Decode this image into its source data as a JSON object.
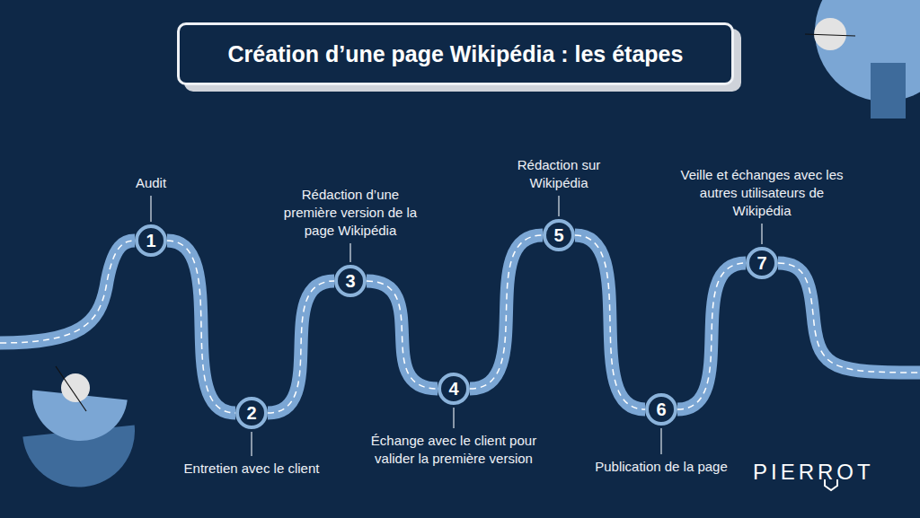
{
  "diagram": {
    "title": "Création d’une page Wikipédia : les étapes",
    "nodes": [
      {
        "text": [
          "1",
          "Audit"
        ]
      },
      {
        "text": [
          "2",
          "Entretien avec le client"
        ]
      },
      {
        "text": [
          "3",
          "Rédaction d’une première version de la page Wikipédia"
        ]
      },
      {
        "text": [
          "4",
          "Échange avec le client pour valider la première version"
        ]
      },
      {
        "text": [
          "5",
          "Rédaction sur Wikipédia"
        ]
      },
      {
        "text": [
          "6",
          "Publication de la page"
        ]
      },
      {
        "text": [
          "7",
          "Veille et échanges avec les autres utilisateurs de Wikipédia"
        ]
      }
    ],
    "edges": [
      {
        "from": 0,
        "to": 1,
        "arrow": "none"
      },
      {
        "from": 1,
        "to": 2,
        "arrow": "none"
      },
      {
        "from": 2,
        "to": 3,
        "arrow": "none"
      },
      {
        "from": 3,
        "to": 4,
        "arrow": "none"
      },
      {
        "from": 4,
        "to": 5,
        "arrow": "none"
      },
      {
        "from": 5,
        "to": 6,
        "arrow": "none"
      }
    ],
    "labels": [
      "PIERROT"
    ]
  }
}
